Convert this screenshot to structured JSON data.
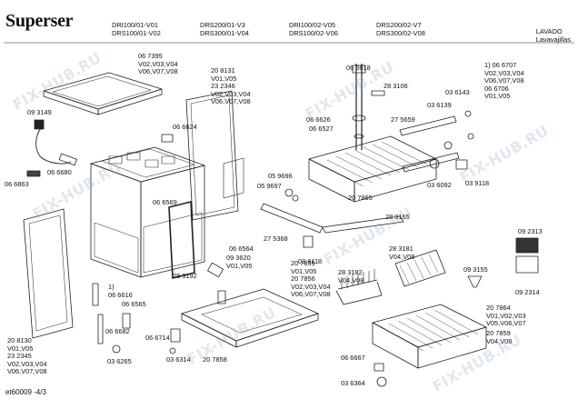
{
  "brand": "Superser",
  "models": [
    {
      "a": "DRI100/01-V01",
      "b": "DRS100/01-V02"
    },
    {
      "a": "DRS200/01-V3",
      "b": "DRS300/01-V04"
    },
    {
      "a": "DRI100/02-V05",
      "b": "DRS100/02-V06"
    },
    {
      "a": "DRS200/02-V7",
      "b": "DRS300/02-V08"
    }
  ],
  "category": {
    "line1": "LAVADO",
    "line2": "Lavavajillas"
  },
  "parts": {
    "p067395": "06 7395\nV02,V03,V04\nV06,V07,V08",
    "p208131": "20 8131\nV01,V05\n23 2346\nV02,V03,V04\nV06,V07,V08",
    "p093149": "09 3149",
    "p066624": "06 6624",
    "p066680": "06 6680",
    "p066863": "06 6863",
    "p066569": "06 6569",
    "p066618": "06 6618",
    "p283106": "28 3106",
    "p066626": "06 6626",
    "p066527": "06 6527",
    "p275659": "27 5659",
    "p036143": "03 6143",
    "p036139": "03 6139",
    "p066707": "1) 06 6707\nV02,V03,V04\nV06,V07,V08\n06 6706\nV01,V05",
    "p059696": "05 9696",
    "p059697": "05 9697",
    "p036092": "03 6092",
    "p039118a": "03 9118",
    "p207865": "20 7865",
    "p275368": "27 5368",
    "p283165": "28 3165",
    "p039118b": "03 9118",
    "p283181": "28 3181\nV04,V08",
    "p092313": "09 2313",
    "p092314": "09 2314",
    "p066564": "06 6564",
    "p093620": "09 3620\nV01,V05",
    "p207855": "20 7855\nV01,V05\n20 7856\nV02,V03,V04\nV06,V07,V08",
    "p283182": "28 3182\nV04,V08",
    "p093155": "09 3155",
    "p283192": "28 3192",
    "p066616": "1)\n06 6616",
    "p066565": "06 6565",
    "p066682": "06 6682",
    "p066714": "06 6714",
    "p036314": "03 6314",
    "p036265": "03 6265",
    "p208130": "20 8130\nV01,V05\n23 2345\nV02,V03,V04\nV06,V07,V08",
    "p207858": "20 7858",
    "p207864": "20 7864\nV01,V02,V03\nV05,V06,V07",
    "p207859": "20 7859\nV04,V08",
    "p066667": "06 6667",
    "p036364": "03 6364"
  },
  "footer": "et60009   -4/3",
  "watermark": "FIX-HUB.RU"
}
